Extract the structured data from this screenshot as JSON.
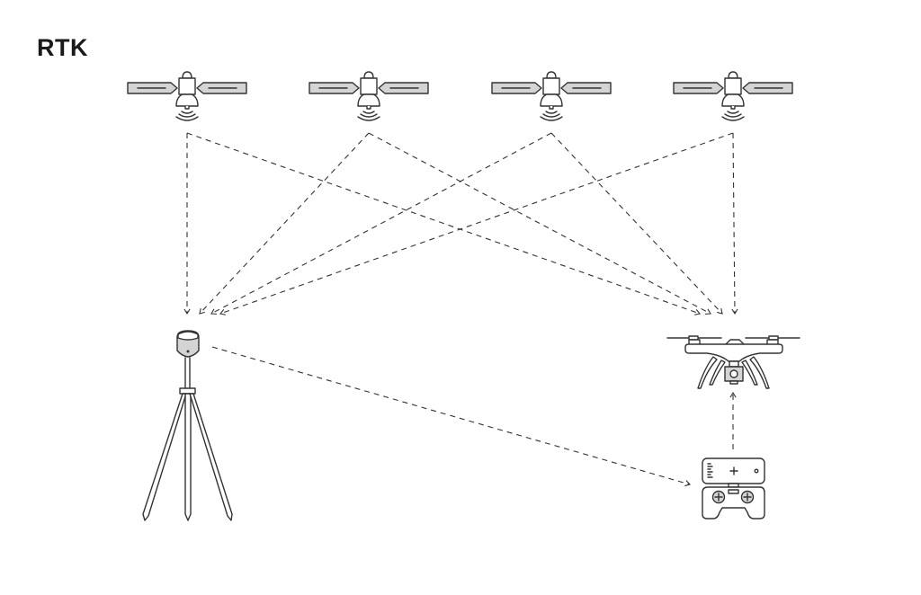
{
  "title": "RTK",
  "satellites": [
    {
      "id": "satellite-1"
    },
    {
      "id": "satellite-2"
    },
    {
      "id": "satellite-3"
    },
    {
      "id": "satellite-4"
    }
  ],
  "nodes": [
    "base-station",
    "drone",
    "remote-controller"
  ],
  "links": [
    {
      "from": "satellite-1",
      "to": "base-station"
    },
    {
      "from": "satellite-1",
      "to": "drone"
    },
    {
      "from": "satellite-2",
      "to": "base-station"
    },
    {
      "from": "satellite-2",
      "to": "drone"
    },
    {
      "from": "satellite-3",
      "to": "base-station"
    },
    {
      "from": "satellite-3",
      "to": "drone"
    },
    {
      "from": "satellite-4",
      "to": "base-station"
    },
    {
      "from": "satellite-4",
      "to": "drone"
    },
    {
      "from": "base-station",
      "to": "remote-controller"
    },
    {
      "from": "remote-controller",
      "to": "drone"
    }
  ]
}
